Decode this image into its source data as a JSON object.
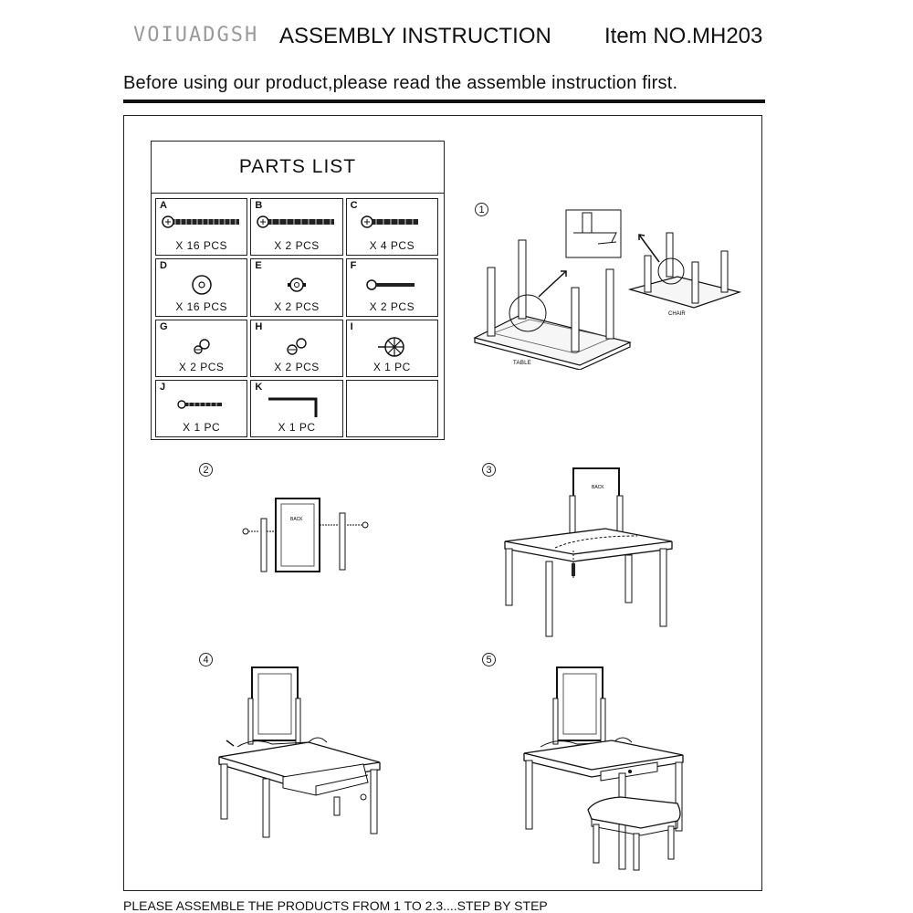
{
  "header": {
    "brand": "VOIUADGSH",
    "title": "ASSEMBLY INSTRUCTION",
    "item_no": "Item NO.MH203",
    "subtitle": "Before using our product,please read the assemble instruction first."
  },
  "parts_list": {
    "title": "PARTS LIST",
    "parts": [
      {
        "letter": "A",
        "qty": "X 16 PCS",
        "icon": "long-screw-icon"
      },
      {
        "letter": "B",
        "qty": "X 2 PCS",
        "icon": "long-screw-icon"
      },
      {
        "letter": "C",
        "qty": "X 4 PCS",
        "icon": "short-screw-icon"
      },
      {
        "letter": "D",
        "qty": "X 16 PCS",
        "icon": "washer-icon"
      },
      {
        "letter": "E",
        "qty": "X 2 PCS",
        "icon": "nut-icon"
      },
      {
        "letter": "F",
        "qty": "X 2 PCS",
        "icon": "bolt-icon"
      },
      {
        "letter": "G",
        "qty": "X 2 PCS",
        "icon": "cam-lock-icon"
      },
      {
        "letter": "H",
        "qty": "X 2 PCS",
        "icon": "cam-lock-icon"
      },
      {
        "letter": "I",
        "qty": "X 1 PC",
        "icon": "knob-icon"
      },
      {
        "letter": "J",
        "qty": "X 1 PC",
        "icon": "screw-icon"
      },
      {
        "letter": "K",
        "qty": "X 1 PC",
        "icon": "allen-key-icon"
      }
    ]
  },
  "steps": [
    {
      "number": "1",
      "labels": [
        "TABLE",
        "CHAIR"
      ]
    },
    {
      "number": "2",
      "labels": [
        "BACK"
      ]
    },
    {
      "number": "3",
      "labels": [
        "BACK"
      ]
    },
    {
      "number": "4",
      "labels": []
    },
    {
      "number": "5",
      "labels": []
    }
  ],
  "footer": "PLEASE ASSEMBLE THE PRODUCTS FROM 1 TO 2.3....STEP BY STEP"
}
